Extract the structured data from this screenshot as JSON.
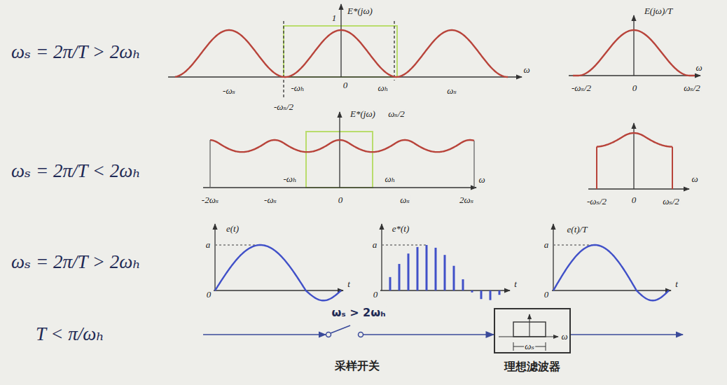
{
  "diagram": {
    "nodes": [
      {
        "text": [
          "采样开关"
        ]
      },
      {
        "text": [
          "理想滤波器"
        ]
      }
    ],
    "edges": [
      {
        "from": 0,
        "to": 1,
        "arrow": "to"
      }
    ],
    "labels": [
      "ωₛ = 2π/T > 2ωₕ",
      "E*(jω)",
      "1",
      "ω",
      "-ωₛ",
      "-ωₕ",
      "0",
      "ωₕ",
      "ωₛ",
      "-ωₛ/2",
      "E(jω)/T",
      "ω",
      "-ωₛ/2",
      "0",
      "ωₛ/2",
      "E*(jω)",
      "ωₛ/2",
      "ω",
      "ωₛ = 2π/T < 2ωₕ",
      "-ωₕ",
      "ωₕ",
      "-2ωₛ",
      "-ωₛ",
      "0",
      "ωₛ",
      "2ωₛ",
      "ω",
      "-ωₛ/2",
      "0",
      "ωₛ/2",
      "e(t)",
      "e*(t)",
      "e(t)/T",
      "a",
      "a",
      "a",
      "ωₛ = 2π/T > 2ωₕ",
      "0",
      "t",
      "0",
      "t",
      "0",
      "t",
      "T < π/ωₕ",
      "ωₛ > 2ωₕ",
      "ω",
      "ωₛ"
    ]
  }
}
